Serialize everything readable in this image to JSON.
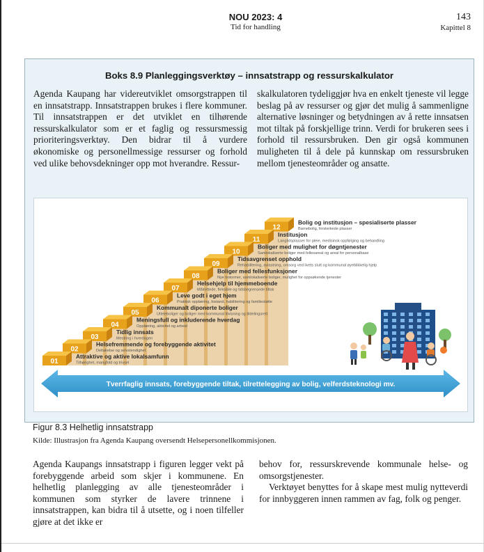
{
  "header": {
    "document": "NOU 2023: 4",
    "subtitle": "Tid for handling",
    "page_number": "143",
    "chapter": "Kapittel 8"
  },
  "box": {
    "title": "Boks 8.9 Planleggingsverktøy – innsatstrapp og ressurskalkulator",
    "left_text": "Agenda Kaupang har videreutviklet omsorg­strappen til en innsatstrapp. Innsatstrappen bru­kes i flere kommuner. Til innsatstrappen er det utviklet en tilhørende ressurskalkulator som er et faglig og ressursmessig prioriteringsverktøy. Den bidrar til å vurdere økonomiske og perso­nellmessige ressurser og forhold ved ulike behovsdekninger opp mot hverandre. Ressur-",
    "right_text": "skalkulatoren tydeliggjør hva en enkelt tjeneste vil legge beslag på av ressurser og gjør det mulig å sammenligne alternative løsninger og betydningen av å rette innsatsen mot tiltak på forskjellige trinn. Verdi for brukeren sees i for­hold til ressursbruken. Den gir også kommunen muligheten til å dele på kunnskap om res­sursbruken mellom tjenesteområder og ansatte."
  },
  "figure": {
    "colors": {
      "step_top": "#f6c347",
      "step_face": "#e8a11b",
      "step_side": "#c9820f",
      "arrow": "#3fa4d8",
      "building": "#1f4f8a",
      "window": "#7fb6e8"
    },
    "steps": [
      {
        "num": "01",
        "title": "Attraktive og aktive lokalsamfunn",
        "desc": "Tilhørighet, mangfold og trivsel"
      },
      {
        "num": "02",
        "title": "Helsefremmende og forebyggende aktivitet",
        "desc": "Deltakelse og selvstendighet"
      },
      {
        "num": "03",
        "title": "Tidlig innsats",
        "desc": "Mestring i hverdagen"
      },
      {
        "num": "04",
        "title": "Meningsfull og inkluderende hverdag",
        "desc": "Opplæring, aktivitet og arbeid"
      },
      {
        "num": "05",
        "title": "Kommunalt diponerte boliger",
        "desc": "Utleieboliger og boliger med kommunal tilvisning og tildelingsrett"
      },
      {
        "num": "06",
        "title": "Leve godt i eget hjem",
        "desc": "Praktisk opplæring, bistand, habilitering og familiestøtte"
      },
      {
        "num": "07",
        "title": "Helsehjelp til hjemmeboende",
        "desc": "Målrettede, fleksible og tidsbegrensede tiltak"
      },
      {
        "num": "08",
        "title": "Boliger med fellesfunksjoner",
        "desc": "Nye botormer, samlokaliserte boliger, mulighet for oppsøkende tjenester"
      },
      {
        "num": "09",
        "title": "Tidsavgrenset opphold",
        "desc": "Rehabilitering, avlastning, omsorg ved livets slutt og kommunal øyeblikkelig hjelp"
      },
      {
        "num": "10",
        "title": "Boliger med mulighet for døgntjenester",
        "desc": "Samlokaliserte boliger med fellesareal og areal for personalbase"
      },
      {
        "num": "11",
        "title": "Institusjon",
        "desc": "Langtidsplasser for pleie, medisinsk oppfølging og behandling"
      },
      {
        "num": "12",
        "title": "Bolig og institusjon – spesialiserte plasser",
        "desc": "Barnebolig, forsterkede plasser"
      }
    ],
    "arrow_text": "Tverrfaglig innsats, forebyggende tiltak, tilrettelegging av bolig,  velferdsteknologi mv."
  },
  "caption": "Figur 8.3 Helhetlig innsatstrapp",
  "source": "Kilde: Illustrasjon fra Agenda Kaupang oversendt Helsepersonellkommisjonen.",
  "body": {
    "left_text": "Agenda Kaupangs innsatstrapp i figuren legger vekt på forebyggende arbeid som skjer i kom­munene. En helhetlig planlegging av alle tje­nesteområder i kommunen som styrker de lavere trinnene i innsatstrappen, kan bidra til å utsette, og i noen tilfeller gjøre at det ikke er",
    "right_p1": "behov for, ressurskrevende kommunale helse- og omsorgstjenester.",
    "right_p2": "Verktøyet benyttes for å skape mest mulig nytteverdi for innbyggeren innen rammen av fag, folk og penger."
  }
}
